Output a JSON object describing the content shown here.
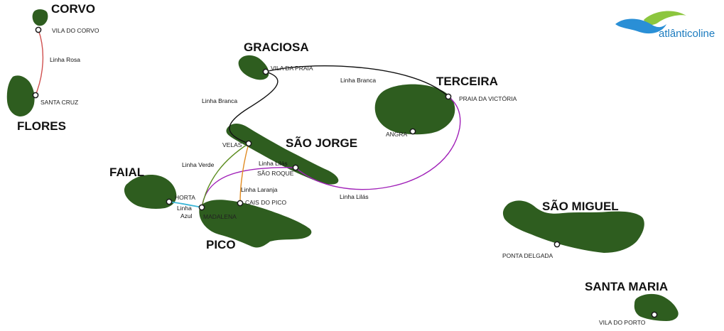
{
  "colors": {
    "island": "#2e5d1f",
    "linha_rosa": "#d0504f",
    "linha_branca": "#111111",
    "linha_lilas": "#a020b8",
    "linha_laranja": "#e08a20",
    "linha_verde": "#5b8c1e",
    "linha_azul": "#3ab5d6",
    "brand_blue": "#1b7bbf",
    "brand_green": "#8cc63e"
  },
  "brand": {
    "name_bold": "atlântico",
    "name_light": "line"
  },
  "islands": {
    "corvo": "CORVO",
    "flores": "FLORES",
    "graciosa": "GRACIOSA",
    "terceira": "TERCEIRA",
    "sao_jorge": "SÃO JORGE",
    "faial": "FAIAL",
    "pico": "PICO",
    "sao_miguel": "SÃO MIGUEL",
    "santa_maria": "SANTA MARIA"
  },
  "ports": {
    "vila_do_corvo": "VILA DO CORVO",
    "santa_cruz": "SANTA CRUZ",
    "vila_da_praia": "VILA DA PRAIA",
    "praia_da_vitoria": "PRAIA DA VICTÓRIA",
    "angra": "ANGRA",
    "velas": "VELAS",
    "sao_roque": "SÃO ROQUE",
    "horta": "HORTA",
    "madalena": "MADALENA",
    "cais_do_pico": "CAIS DO PICO",
    "ponta_delgada": "PONTA DELGADA",
    "vila_do_porto": "VILA DO PORTO"
  },
  "routes": {
    "rosa": "Linha Rosa",
    "branca_1": "Linha Branca",
    "branca_2": "Linha Branca",
    "lilas_1": "Linha Lilás",
    "lilas_2": "Linha Lilás",
    "laranja": "Linha Laranja",
    "verde": "Linha Verde",
    "azul_1": "Linha",
    "azul_2": "Azul"
  }
}
